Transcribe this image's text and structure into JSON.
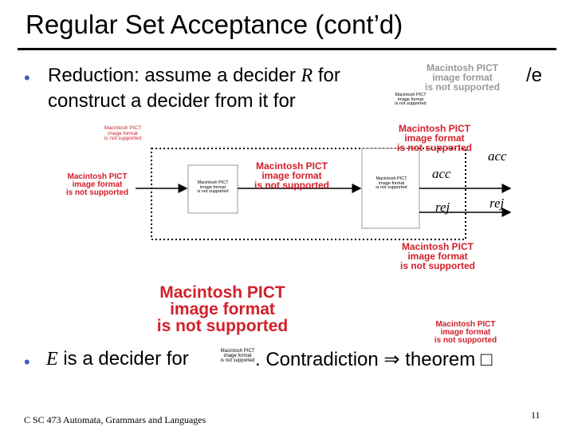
{
  "slide": {
    "title": "Regular Set Acceptance (cont’d)",
    "bullet_glyph": "•",
    "bullet1": {
      "part_a": "Reduction:  assume a decider ",
      "var_r": "R",
      "part_b": " for",
      "trail": "/e",
      "line2": "construct a decider from it for"
    },
    "bullet2": {
      "var_e": "E",
      "part_a": " is a decider for",
      "part_b": ". Contradiction ",
      "implies": "⇒",
      "part_c": " theorem ",
      "end_mark": "□"
    },
    "diagram": {
      "acc_outer": "acc",
      "acc_inner": "acc",
      "rej_inner": "rej",
      "rej_outer": "rej"
    },
    "pict_placeholder": {
      "line1": "Macintosh PICT",
      "line2": "image format",
      "line3": "is not supported"
    },
    "footer": "C SC 473 Automata, Grammars and Languages",
    "page_number": "11"
  }
}
